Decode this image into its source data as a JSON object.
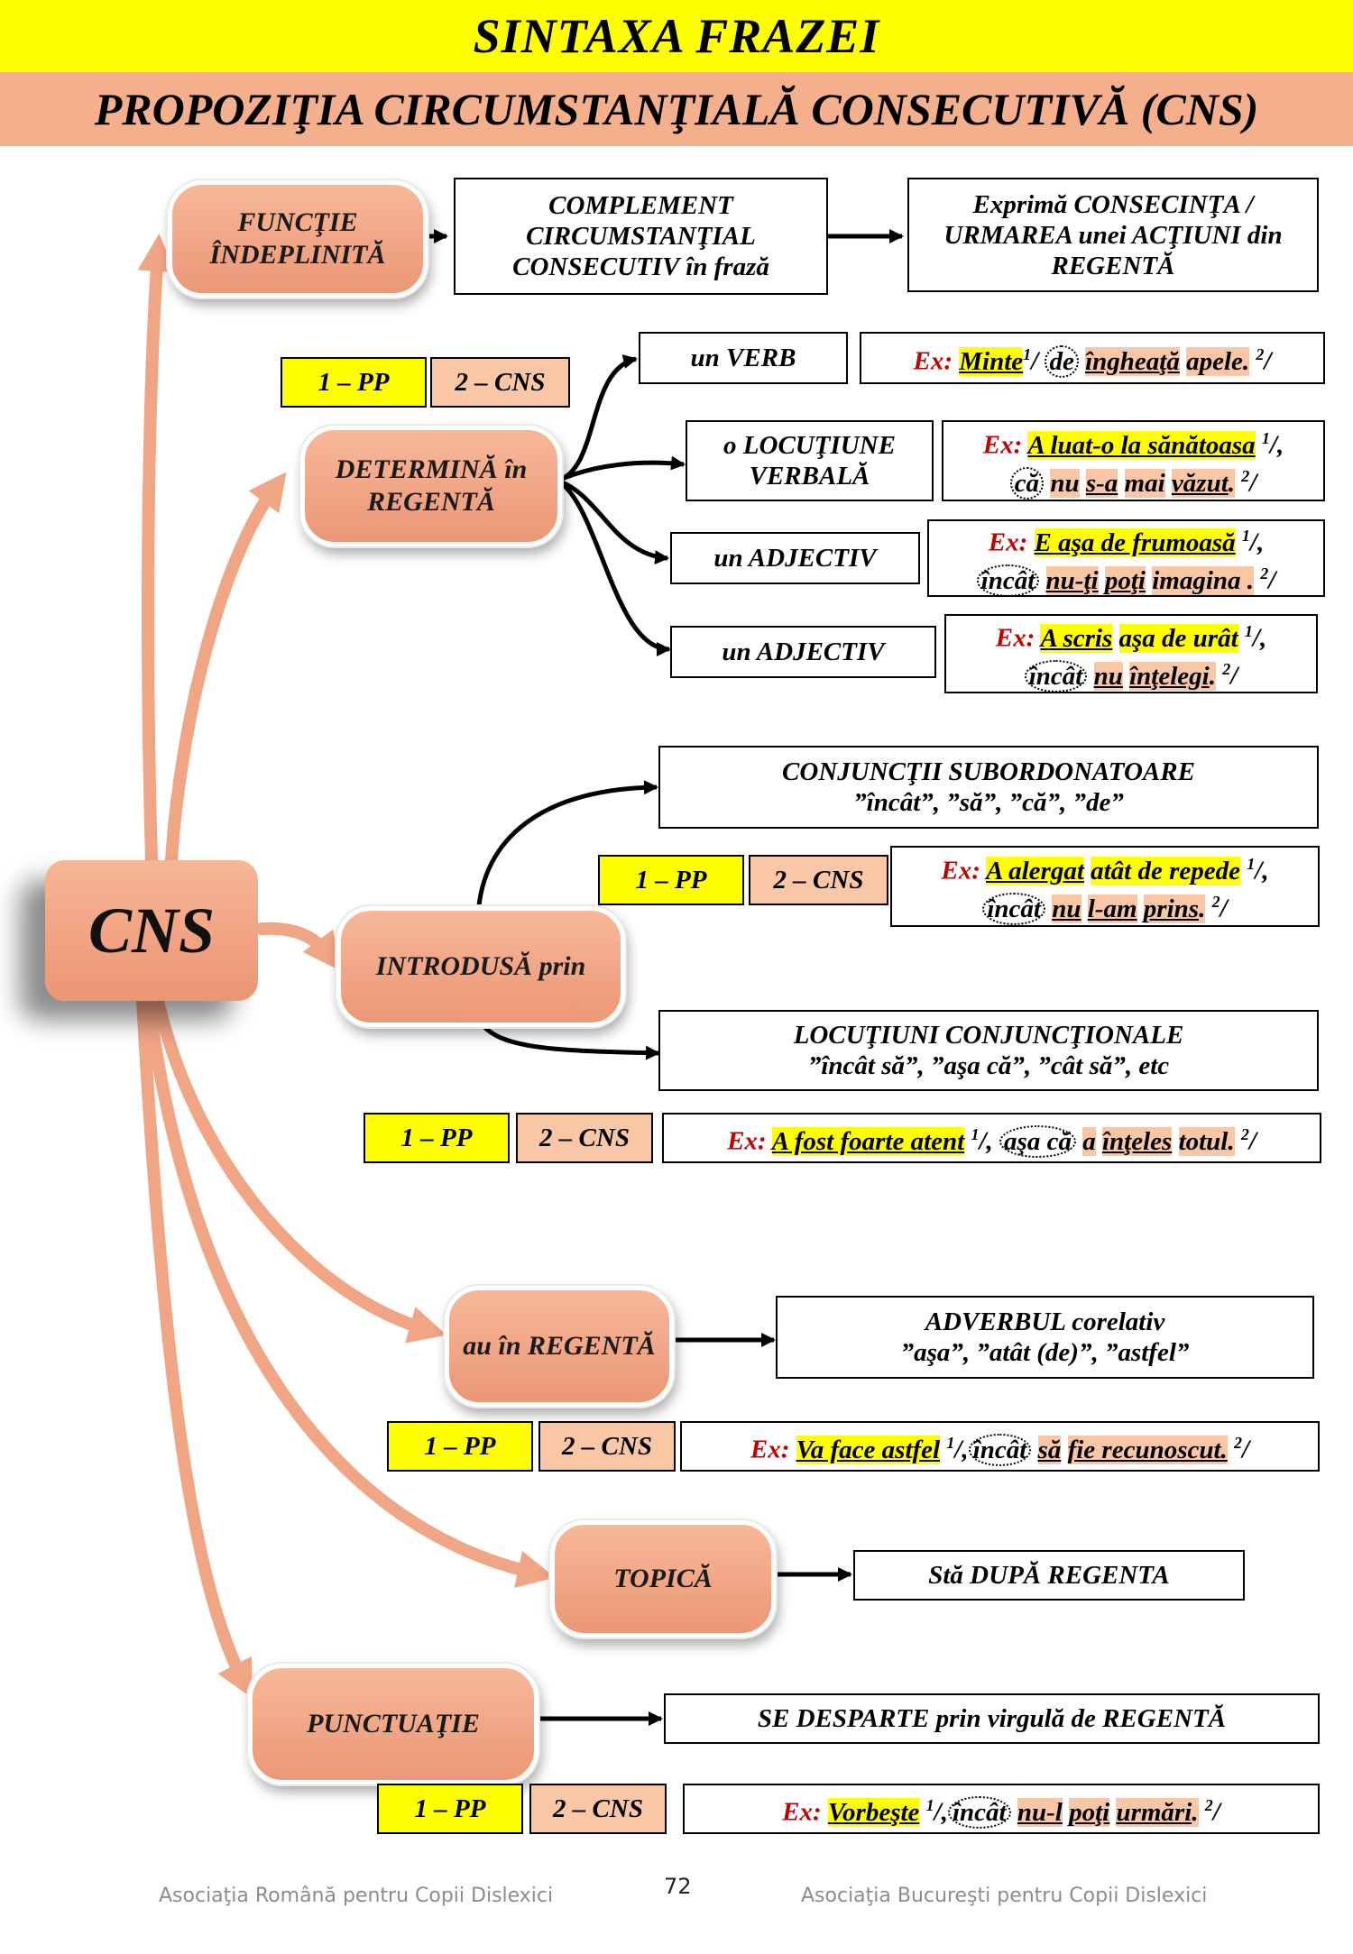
{
  "header": {
    "title": "SINTAXA FRAZEI",
    "subtitle": "PROPOZIŢIA CIRCUMSTANŢIALĂ CONSECUTIVĂ (CNS)"
  },
  "hub": "CNS",
  "colors": {
    "yellow": "#ffff00",
    "salmon": "#f4b08d",
    "node": "#ec9574",
    "red_label": "#c00000"
  },
  "functie": {
    "node": "FUNCŢIE ÎNDEPLINITĂ",
    "role": "COMPLEMENT CIRCUMSTANŢIAL CONSECUTIV în frază",
    "meaning": "Exprimă CONSECINŢA / URMAREA unei ACŢIUNI din REGENTĂ"
  },
  "determina": {
    "node": "DETERMINĂ în REGENTĂ",
    "tags": {
      "pp": "1 – PP",
      "cns": "2 – CNS"
    },
    "targets": [
      "un VERB",
      "o LOCUŢIUNE VERBALĂ",
      "un ADJECTIV",
      "un ADJECTIV"
    ],
    "examples": {
      "verb": {
        "label": "Ex:",
        "a": "Minte",
        "sup1": "1",
        "b": "/",
        "conj": "de",
        "c": "îngheaţă",
        "d": "apele.",
        "sup2": "2",
        "e": "/"
      },
      "locutiune": {
        "label": "Ex:",
        "a": "A luat-o la sănătoasa",
        "sup1": "1",
        "b": "/,",
        "conj": "că",
        "c": "nu",
        "d": "s-a",
        "e": "mai",
        "f": "văzut",
        "g": ".",
        "sup2": "2",
        "h": "/"
      },
      "adj1": {
        "label": "Ex:",
        "a": "E aşa de frumoasă",
        "sup1": "1",
        "b": "/,",
        "conj": "încât",
        "c": "nu-ţi",
        "d": "poţi",
        "e": "imagina .",
        "sup2": "2",
        "f": "/"
      },
      "adj2": {
        "label": "Ex:",
        "a": "A scris",
        "b": "aşa de urât",
        "sup1": "1",
        "c": "/,",
        "conj": "încât",
        "d": "nu",
        "e": "înţelegi",
        "f": ".",
        "sup2": "2",
        "g": "/"
      }
    }
  },
  "introdusa": {
    "node": "INTRODUSĂ prin",
    "conj_title": "CONJUNCŢII SUBORDONATOARE",
    "conj_list": "”încât”, ”să”, ”că”, ”de”",
    "tags1": {
      "pp": "1 – PP",
      "cns": "2 – CNS"
    },
    "ex1": {
      "label": "Ex:",
      "a": "A alergat",
      "b": "atât de repede",
      "sup1": "1",
      "c": "/,",
      "conj": "încât",
      "d": "nu",
      "e": "l-am",
      "f": "prins",
      "g": ".",
      "sup2": "2",
      "h": "/"
    },
    "loc_title": "LOCUŢIUNI CONJUNCŢIONALE",
    "loc_list": "”încât să”, ”aşa că”, ”cât să”, etc",
    "tags2": {
      "pp": "1 – PP",
      "cns": "2 – CNS"
    },
    "ex2": {
      "label": "Ex:",
      "a": "A fost foarte atent",
      "sup1": "1",
      "b": "/,",
      "conj": "aşa că",
      "c": "a",
      "d": "înţeles",
      "e": "totul.",
      "sup2": "2",
      "f": "/"
    }
  },
  "regenta": {
    "node": "au în REGENTĂ",
    "adverb_title": "ADVERBUL corelativ",
    "adverb_list": "”aşa”, ”atât (de)”, ”astfel”",
    "tags": {
      "pp": "1 – PP",
      "cns": "2 – CNS"
    },
    "ex": {
      "label": "Ex:",
      "a": "Va face astfel",
      "sup1": "1",
      "b": "/,",
      "conj": "încât",
      "c": "să",
      "d": "fie recunoscut.",
      "sup2": "2",
      "e": "/"
    }
  },
  "topica": {
    "node": "TOPICĂ",
    "text": "Stă DUPĂ REGENTA"
  },
  "punctuatie": {
    "node": "PUNCTUAŢIE",
    "text": "SE DESPARTE prin virgulă de REGENTĂ",
    "tags": {
      "pp": "1 – PP",
      "cns": "2 – CNS"
    },
    "ex": {
      "label": "Ex:",
      "a": "Vorbeşte",
      "sup1": "1",
      "b": "/,",
      "conj": "încât",
      "c": "nu-l",
      "d": "poţi",
      "e": "urmări",
      "f": ".",
      "sup2": "2",
      "g": "/"
    }
  },
  "footer": {
    "left": "Asociaţia Română pentru Copii Dislexici",
    "page": "72",
    "right": "Asociaţia Bucureşti pentru Copii Dislexici"
  }
}
